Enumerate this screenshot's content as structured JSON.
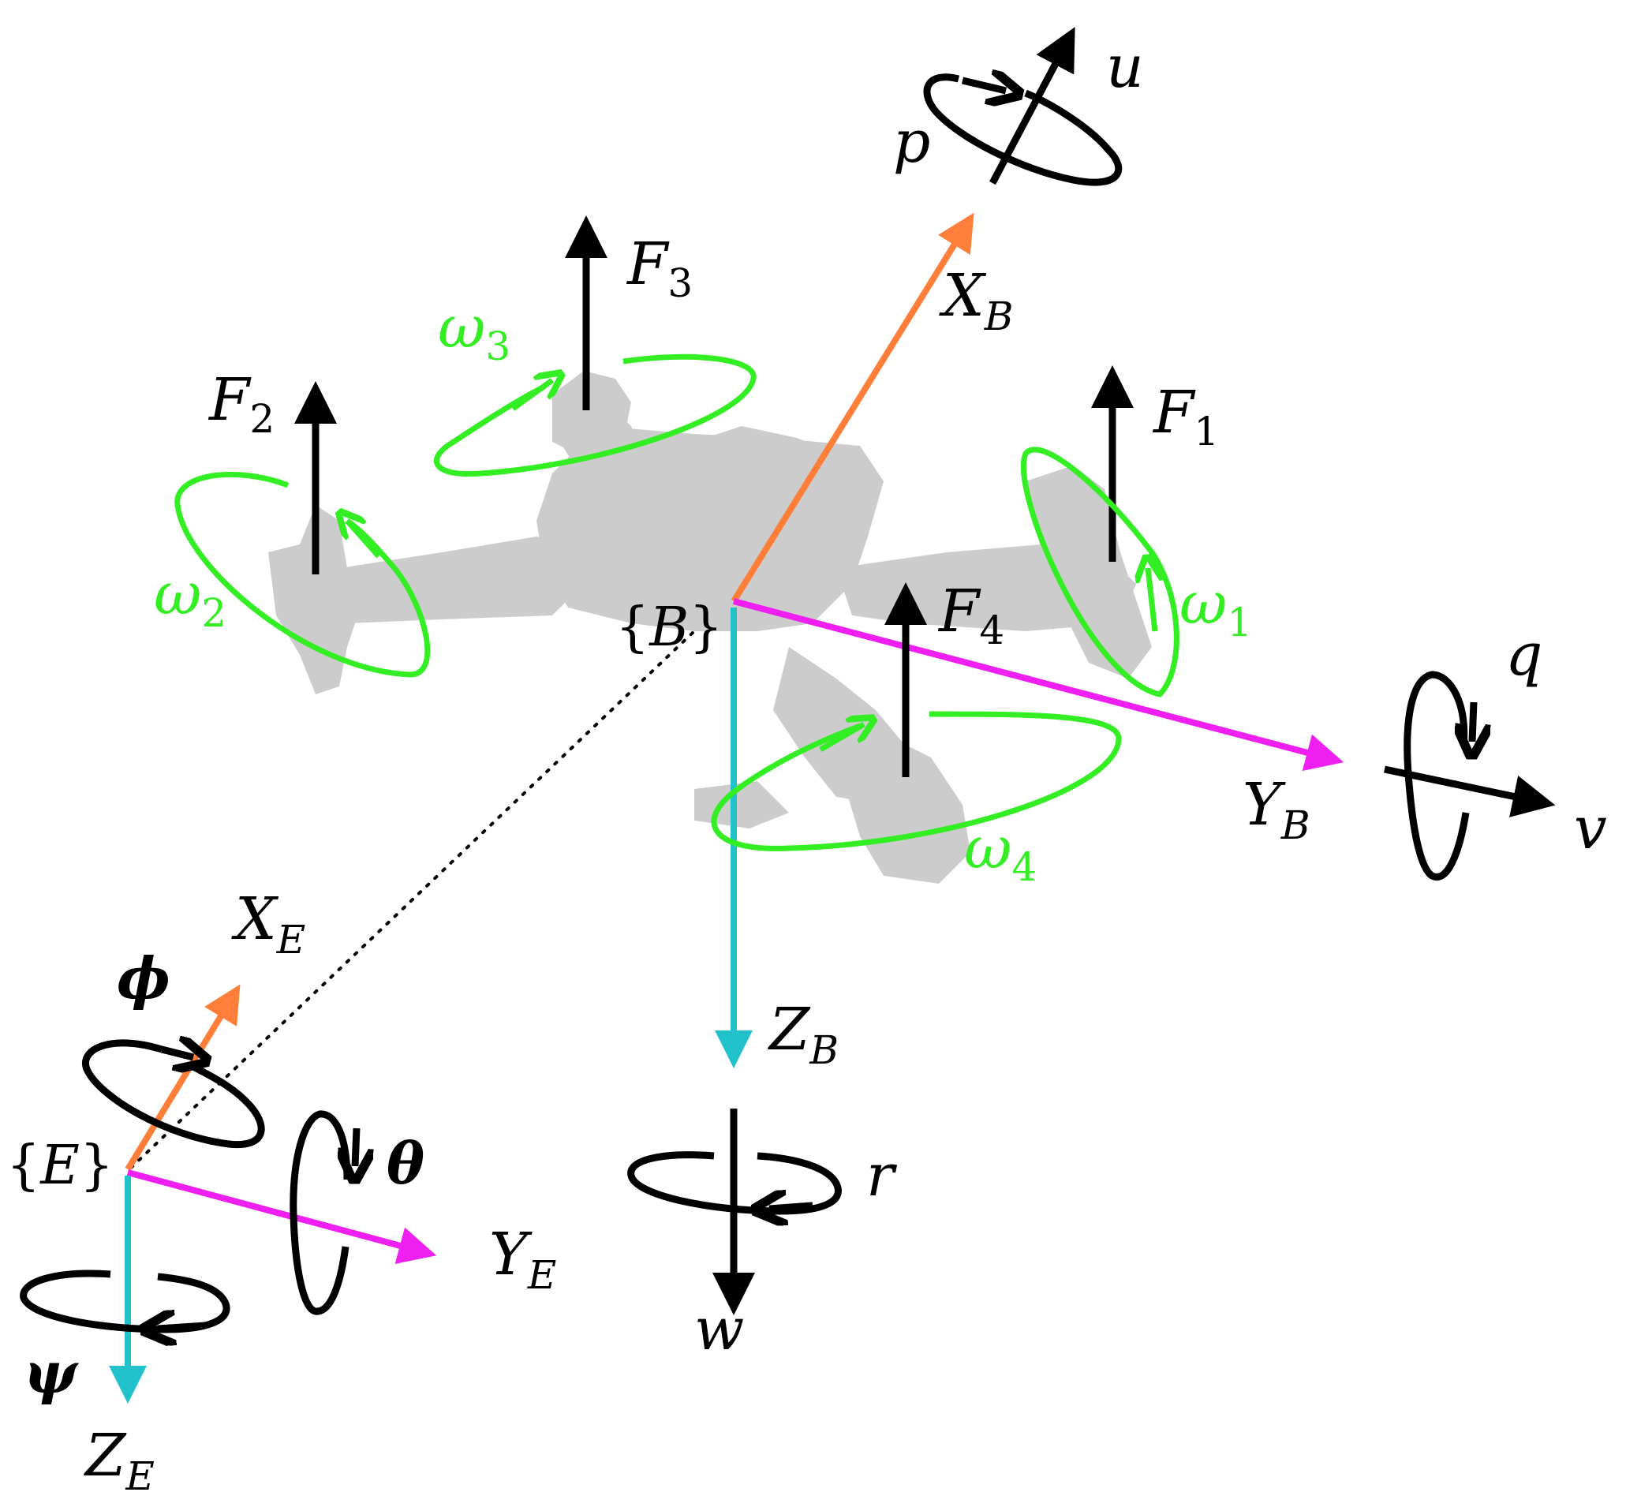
{
  "colors": {
    "x_axis": "#ff7f3a",
    "y_axis": "#ee1ff0",
    "z_axis": "#22c2cc",
    "rotor_spin": "#33ee22",
    "body": "#cccccc",
    "line": "#000000"
  },
  "body_frame": {
    "origin_label_open": "{",
    "origin_label_letter": "B",
    "origin_label_close": "}",
    "x_axis": {
      "letter": "X",
      "subscript": "B"
    },
    "y_axis": {
      "letter": "Y",
      "subscript": "B"
    },
    "z_axis": {
      "letter": "Z",
      "subscript": "B"
    }
  },
  "earth_frame": {
    "origin_label_open": "{",
    "origin_label_letter": "E",
    "origin_label_close": "}",
    "x_axis": {
      "letter": "X",
      "subscript": "E"
    },
    "y_axis": {
      "letter": "Y",
      "subscript": "E"
    },
    "z_axis": {
      "letter": "Z",
      "subscript": "E"
    }
  },
  "body_rates": {
    "roll_rate": "p",
    "pitch_rate": "q",
    "yaw_rate": "r"
  },
  "body_velocities": {
    "u": "u",
    "v": "v",
    "w": "w"
  },
  "euler_angles": {
    "roll": "ϕ",
    "pitch": "θ",
    "yaw": "ψ"
  },
  "rotors": [
    {
      "force": "F",
      "force_index": "1",
      "speed": "ω",
      "speed_index": "1"
    },
    {
      "force": "F",
      "force_index": "2",
      "speed": "ω",
      "speed_index": "2"
    },
    {
      "force": "F",
      "force_index": "3",
      "speed": "ω",
      "speed_index": "3"
    },
    {
      "force": "F",
      "force_index": "4",
      "speed": "ω",
      "speed_index": "4"
    }
  ]
}
